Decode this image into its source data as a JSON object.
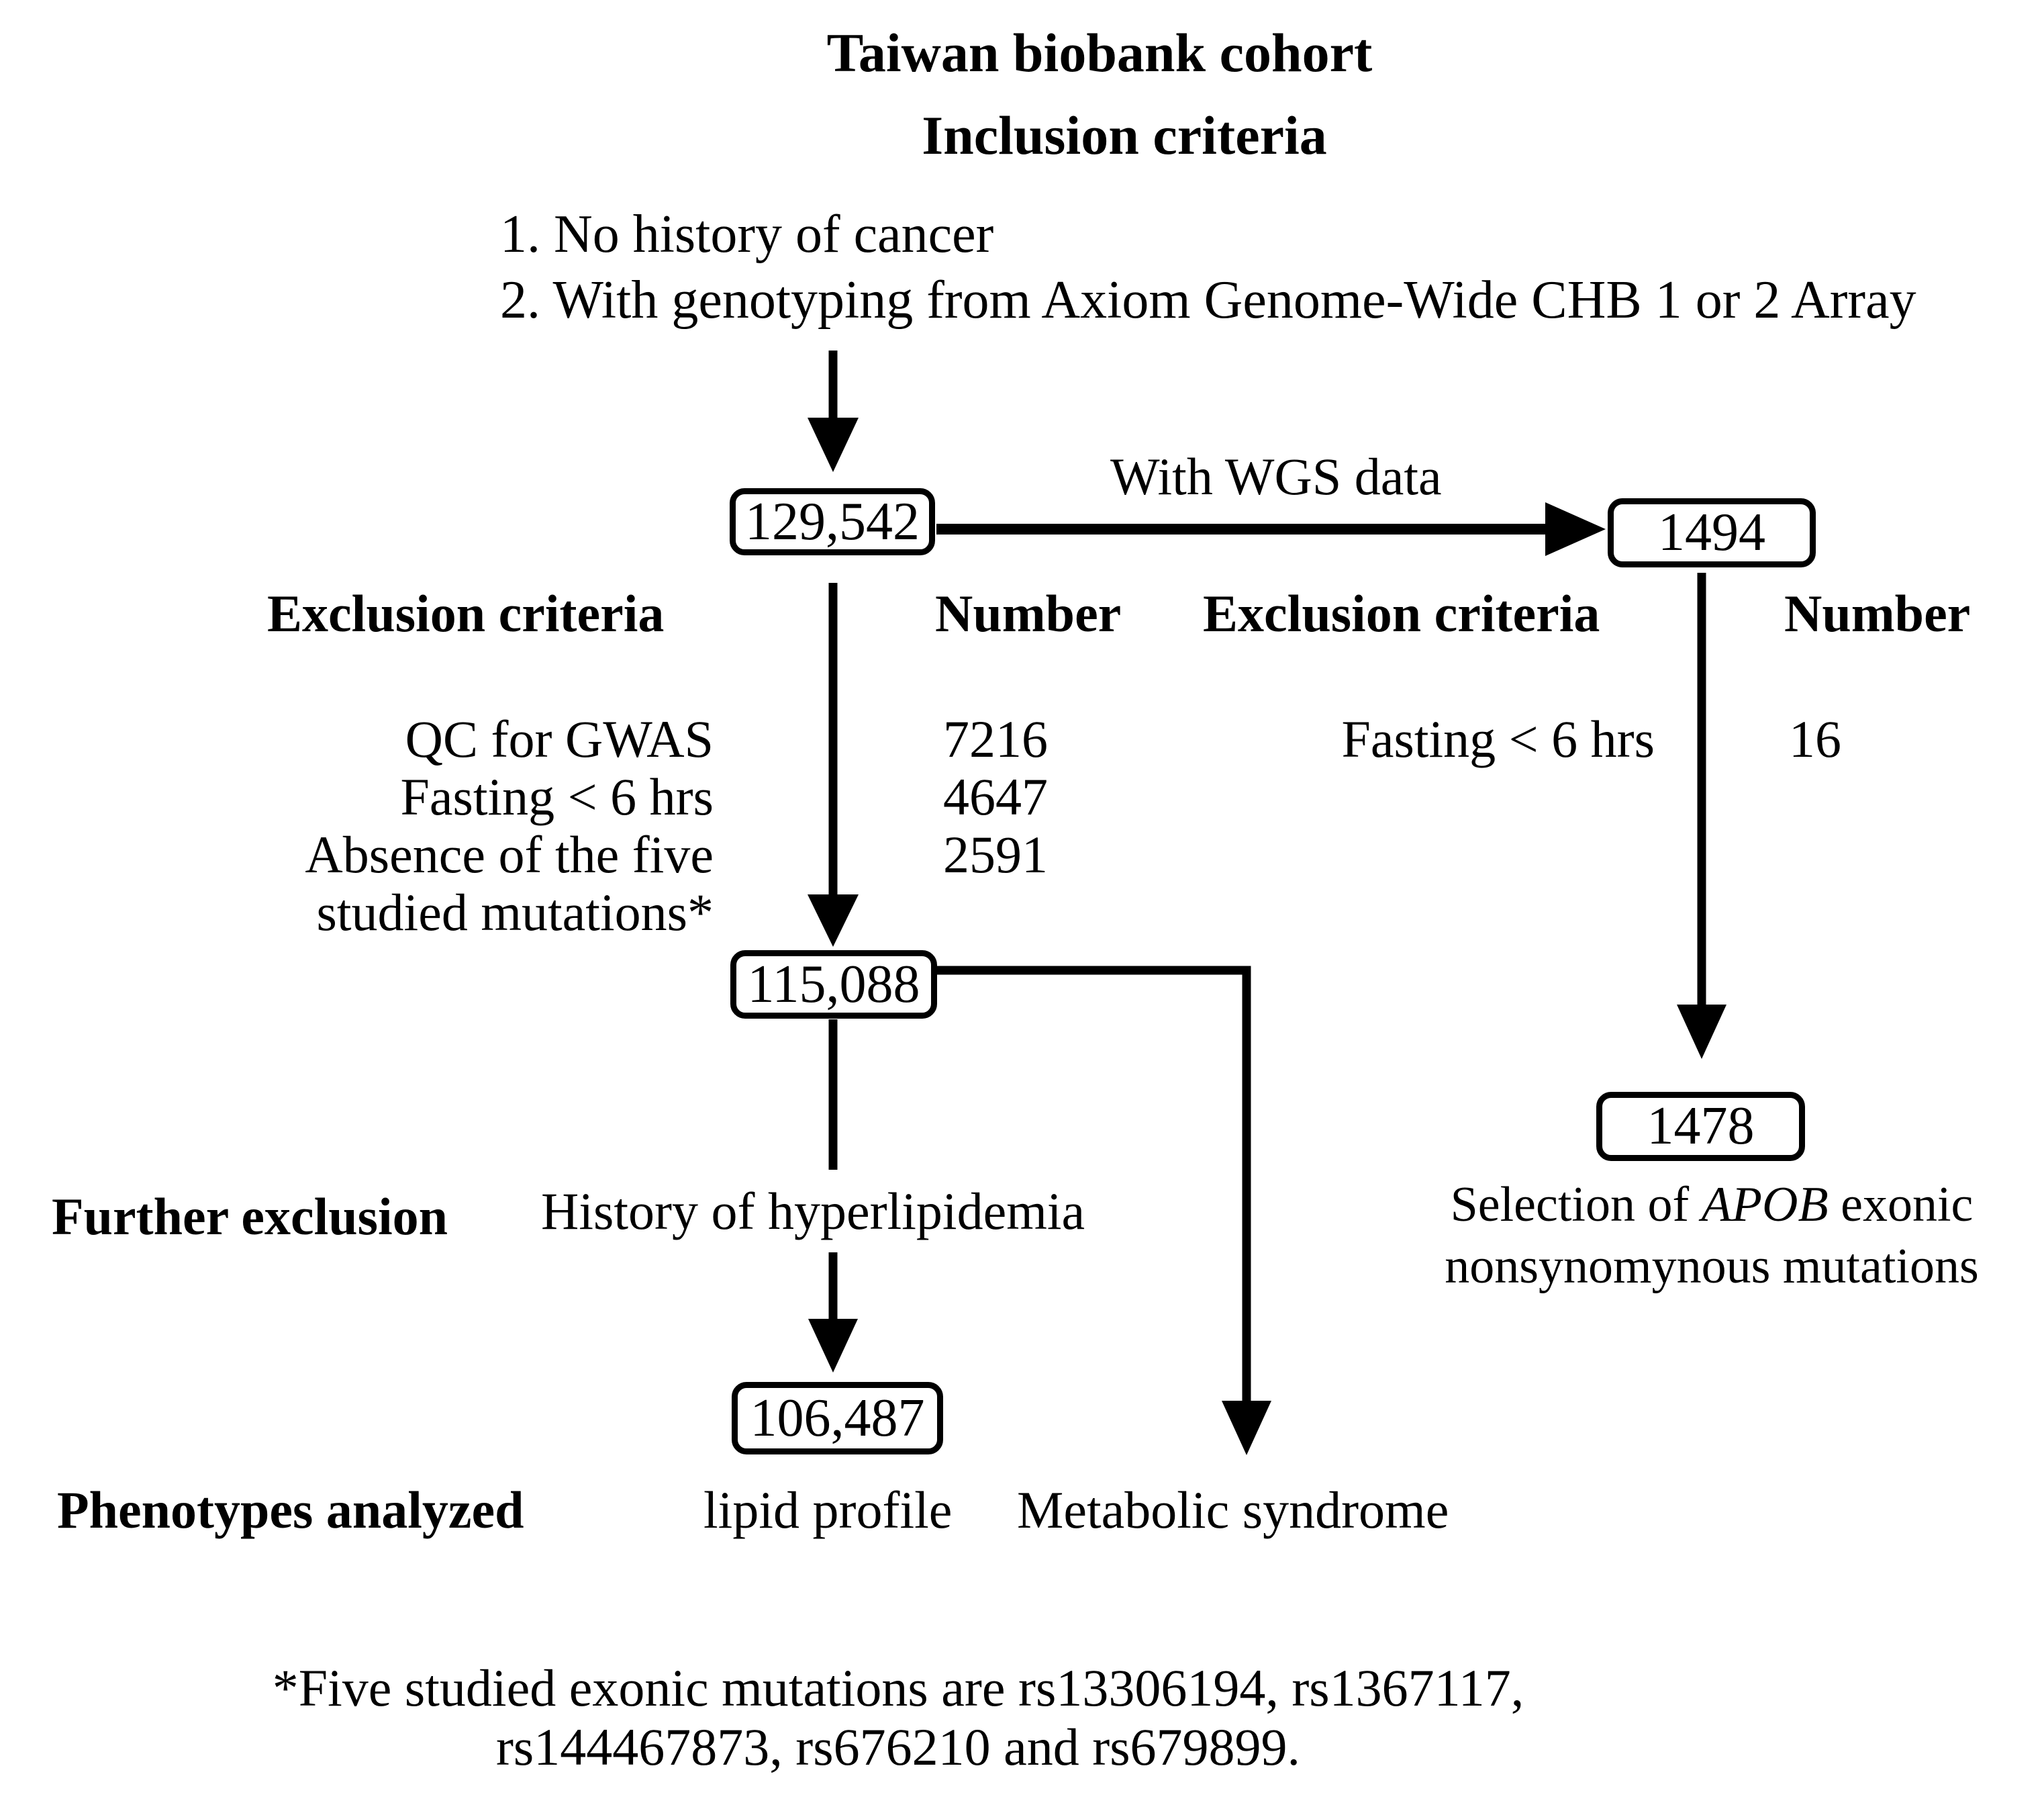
{
  "title": "Taiwan biobank cohort",
  "inclusion": {
    "header": "Inclusion criteria",
    "items": [
      "1. No history of cancer",
      "2. With genotyping from Axiom Genome-Wide CHB 1 or 2 Array"
    ]
  },
  "nodes": {
    "cohort": "129,542",
    "wgs": "1494",
    "after_exclusion": "115,088",
    "apob_selection": "1478",
    "final": "106,487"
  },
  "labels": {
    "wgs_arrow": "With WGS data"
  },
  "table_left": {
    "criteria_header": "Exclusion criteria",
    "number_header": "Number",
    "rows": [
      {
        "criteria": "QC for GWAS",
        "number": "7216"
      },
      {
        "criteria": "Fasting < 6 hrs",
        "number": "4647"
      },
      {
        "criteria": "Absence of the five\nstudied mutations*",
        "number": "2591"
      }
    ]
  },
  "table_right": {
    "criteria_header": "Exclusion criteria",
    "number_header": "Number",
    "rows": [
      {
        "criteria": "Fasting < 6 hrs",
        "number": "16"
      }
    ]
  },
  "further": {
    "label": "Further exclusion",
    "item": "History of hyperlipidemia"
  },
  "phenotypes": {
    "label": "Phenotypes analyzed",
    "items": [
      "lipid profile",
      "Metabolic syndrome"
    ]
  },
  "selection": {
    "pre": "Selection of ",
    "gene": "APOB",
    "post": " exonic",
    "line2": "nonsynomynous mutations"
  },
  "footnote": {
    "line1": "*Five studied exonic mutations are rs13306194, rs1367117,",
    "line2": "rs144467873, rs676210 and rs679899."
  },
  "colors": {
    "ink": "#000000",
    "background": "#ffffff"
  }
}
